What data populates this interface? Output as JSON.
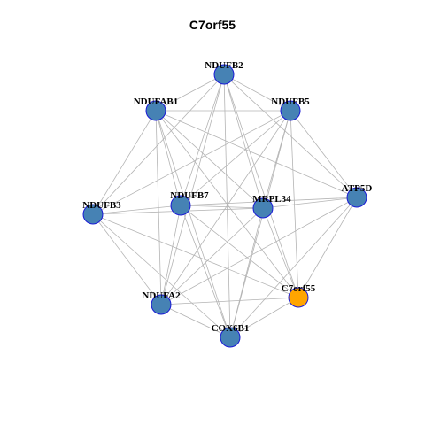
{
  "title": "C7orf55",
  "colors": {
    "node_default": "#4682B4",
    "node_highlight": "#FFA500",
    "node_border": "#1A1AD6",
    "edge": "#B4B4B4"
  },
  "nodes": [
    {
      "id": "NDUFB2",
      "label": "NDUFB2",
      "highlight": false
    },
    {
      "id": "NDUFAB1",
      "label": "NDUFAB1",
      "highlight": false
    },
    {
      "id": "NDUFB5",
      "label": "NDUFB5",
      "highlight": false
    },
    {
      "id": "NDUFB3",
      "label": "NDUFB3",
      "highlight": false
    },
    {
      "id": "NDUFB7",
      "label": "NDUFB7",
      "highlight": false
    },
    {
      "id": "MRPL34",
      "label": "MRPL34",
      "highlight": false
    },
    {
      "id": "ATP5D",
      "label": "ATP5D",
      "highlight": false
    },
    {
      "id": "NDUFA2",
      "label": "NDUFA2",
      "highlight": false
    },
    {
      "id": "C7orf55",
      "label": "C7orf55",
      "highlight": true
    },
    {
      "id": "COX6B1",
      "label": "COX6B1",
      "highlight": false
    }
  ],
  "edges": [
    [
      "NDUFB2",
      "NDUFAB1"
    ],
    [
      "NDUFB2",
      "NDUFB5"
    ],
    [
      "NDUFB2",
      "NDUFB3"
    ],
    [
      "NDUFB2",
      "NDUFB7"
    ],
    [
      "NDUFB2",
      "MRPL34"
    ],
    [
      "NDUFB2",
      "ATP5D"
    ],
    [
      "NDUFB2",
      "NDUFA2"
    ],
    [
      "NDUFB2",
      "C7orf55"
    ],
    [
      "NDUFB2",
      "COX6B1"
    ],
    [
      "NDUFAB1",
      "NDUFB5"
    ],
    [
      "NDUFAB1",
      "NDUFB3"
    ],
    [
      "NDUFAB1",
      "NDUFB7"
    ],
    [
      "NDUFAB1",
      "MRPL34"
    ],
    [
      "NDUFAB1",
      "ATP5D"
    ],
    [
      "NDUFAB1",
      "NDUFA2"
    ],
    [
      "NDUFAB1",
      "C7orf55"
    ],
    [
      "NDUFAB1",
      "COX6B1"
    ],
    [
      "NDUFB5",
      "NDUFB3"
    ],
    [
      "NDUFB5",
      "NDUFB7"
    ],
    [
      "NDUFB5",
      "MRPL34"
    ],
    [
      "NDUFB5",
      "ATP5D"
    ],
    [
      "NDUFB5",
      "NDUFA2"
    ],
    [
      "NDUFB5",
      "C7orf55"
    ],
    [
      "NDUFB5",
      "COX6B1"
    ],
    [
      "NDUFB3",
      "NDUFB7"
    ],
    [
      "NDUFB3",
      "MRPL34"
    ],
    [
      "NDUFB3",
      "NDUFA2"
    ],
    [
      "NDUFB3",
      "C7orf55"
    ],
    [
      "NDUFB3",
      "COX6B1"
    ],
    [
      "NDUFB7",
      "MRPL34"
    ],
    [
      "NDUFB7",
      "ATP5D"
    ],
    [
      "NDUFB7",
      "NDUFA2"
    ],
    [
      "NDUFB7",
      "C7orf55"
    ],
    [
      "NDUFB7",
      "COX6B1"
    ],
    [
      "MRPL34",
      "ATP5D"
    ],
    [
      "MRPL34",
      "NDUFA2"
    ],
    [
      "MRPL34",
      "C7orf55"
    ],
    [
      "MRPL34",
      "COX6B1"
    ],
    [
      "ATP5D",
      "NDUFA2"
    ],
    [
      "ATP5D",
      "C7orf55"
    ],
    [
      "ATP5D",
      "COX6B1"
    ],
    [
      "NDUFA2",
      "C7orf55"
    ],
    [
      "NDUFA2",
      "COX6B1"
    ],
    [
      "C7orf55",
      "COX6B1"
    ]
  ]
}
